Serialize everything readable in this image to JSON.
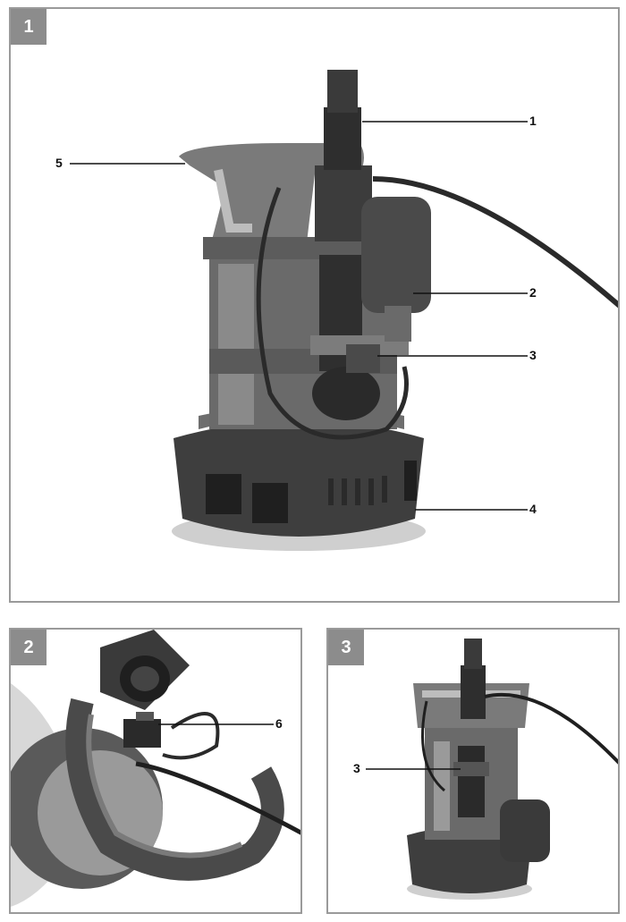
{
  "figures": [
    {
      "number": "1",
      "callouts": [
        "1",
        "2",
        "3",
        "4",
        "5"
      ]
    },
    {
      "number": "2",
      "callouts": [
        "6"
      ]
    },
    {
      "number": "3",
      "callouts": [
        "3"
      ]
    }
  ],
  "colors": {
    "frame": "#9a9a9a",
    "badge": "#8c8c8c",
    "pump_dark": "#3c3c3c",
    "pump_mid": "#6a6a6a",
    "pump_light": "#bdbdbd"
  }
}
